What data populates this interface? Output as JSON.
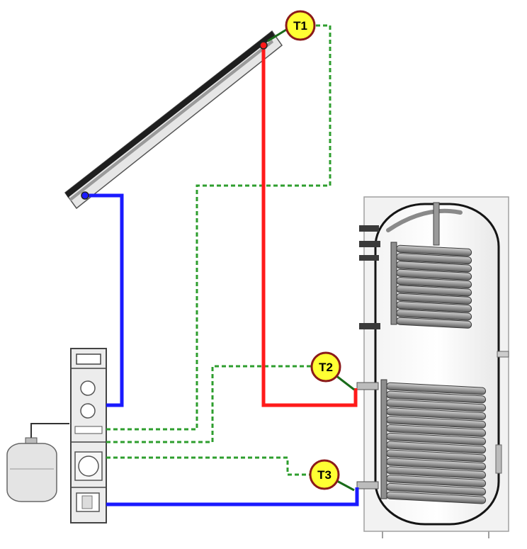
{
  "diagram": {
    "sensors": [
      {
        "id": "t1",
        "label": "T1"
      },
      {
        "id": "t2",
        "label": "T2"
      },
      {
        "id": "t3",
        "label": "T3"
      }
    ],
    "colors": {
      "hot_pipe": "#ff1a1a",
      "cold_pipe": "#1a1aff",
      "signal_wire": "#2e9e2e",
      "sensor_fill": "#ffff33",
      "sensor_ring": "#8b1a1a",
      "collector_frame": "#1e1e1e",
      "collector_glass": "#e6e6e6",
      "tank_body": "#ffffff",
      "coil": "#a9a9a9",
      "equipment": "#eaeaea"
    }
  }
}
